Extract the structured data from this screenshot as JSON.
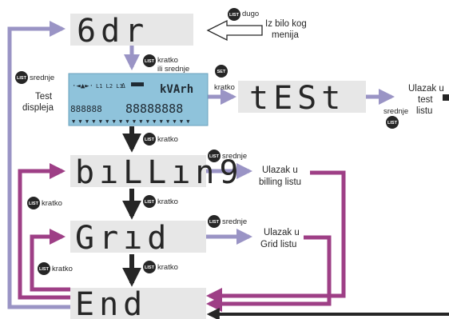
{
  "colors": {
    "box_fill": "#e7e7e7",
    "lavender": "#9a94c5",
    "magenta": "#9e3f86",
    "dark": "#262626",
    "lcd": "#8fc3db"
  },
  "screens": {
    "gdr": "6dr",
    "test": "tESt",
    "billing": "bıLLın9",
    "grid": "Grıd",
    "end": "End"
  },
  "badge": {
    "list": "LIST",
    "set": "SET"
  },
  "labels": {
    "dugo": "dugo",
    "iz_bilo_l1": "Iz bilo kog",
    "iz_bilo_l2": "menija",
    "kratko": "kratko",
    "ili_srednje": "ili srednje",
    "srednje": "srednje",
    "test_displeja_l1": "Test",
    "test_displeja_l2": "displeja",
    "ulazak_test_l1": "Ulazak u",
    "ulazak_test_l2": "test",
    "ulazak_test_l3": "listu",
    "ulazak_billing_l1": "Ulazak u",
    "ulazak_billing_l2": "billing listu",
    "ulazak_grid_l1": "Ulazak u",
    "ulazak_grid_l2": "Grid listu"
  },
  "lcd": {
    "unit": "kVArh",
    "big_digits": "88888888",
    "small_digits": "888888",
    "phase": "L1 L2 L3"
  }
}
